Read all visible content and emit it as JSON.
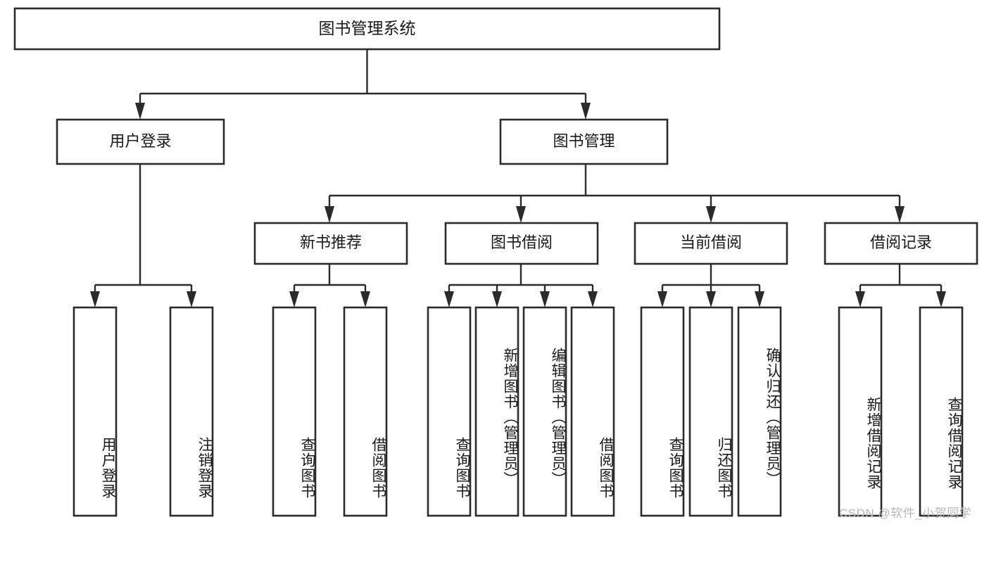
{
  "diagram": {
    "title": "图书管理系统",
    "type": "hierarchy-tree",
    "watermark": "CSDN @软件_小贺同学",
    "colors": {
      "box_fill": "#ffffff",
      "box_stroke": "#2b2b2b",
      "connector": "#2b2b2b",
      "text": "#1a1a1a",
      "background": "#ffffff",
      "watermark": "#b8b8b8"
    },
    "levels": {
      "root": {
        "label": "图书管理系统"
      },
      "level2": [
        {
          "label": "用户登录"
        },
        {
          "label": "图书管理"
        }
      ],
      "level3": [
        {
          "label": "新书推荐"
        },
        {
          "label": "图书借阅"
        },
        {
          "label": "当前借阅"
        },
        {
          "label": "借阅记录"
        }
      ],
      "leaves_user_login": [
        {
          "label": "用户登录"
        },
        {
          "label": "注销登录"
        }
      ],
      "leaves_new_book": [
        {
          "label": "查询图书"
        },
        {
          "label": "借阅图书"
        }
      ],
      "leaves_borrow": [
        {
          "label": "查询图书"
        },
        {
          "label": "新增图书（管理员）"
        },
        {
          "label": "编辑图书（管理员）"
        },
        {
          "label": "借阅图书"
        }
      ],
      "leaves_current": [
        {
          "label": "查询图书"
        },
        {
          "label": "归还图书"
        },
        {
          "label": "确认归还（管理员）"
        }
      ],
      "leaves_record": [
        {
          "label": "新增借阅记录"
        },
        {
          "label": "查询借阅记录"
        }
      ]
    }
  }
}
